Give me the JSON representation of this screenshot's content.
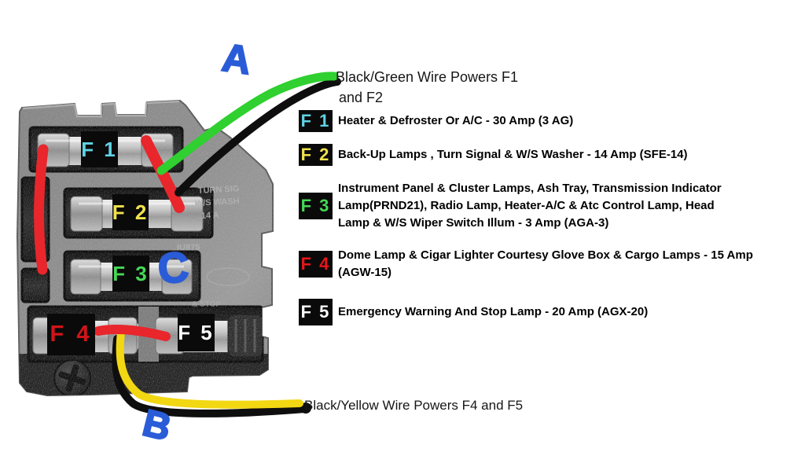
{
  "page": {
    "background": "#ffffff"
  },
  "annotations": {
    "label_a": "A",
    "label_b": "B",
    "label_c": "C",
    "wire_a_label_line1": "Black/Green Wire Powers F1",
    "wire_a_label_line2": "and F2",
    "wire_b_label": "Black/Yellow Wire Powers F4 and F5",
    "marker_colors": {
      "blue": "#2a5cd8",
      "red": "#e8262c",
      "green": "#2fd02f",
      "yellow": "#f2d713",
      "wire_black": "#0e0e0e"
    }
  },
  "fuse_box_photo": {
    "badges": [
      {
        "label": "F 1",
        "color": "#5fd3e3"
      },
      {
        "label": "F 2",
        "color": "#f0e24d"
      },
      {
        "label": "F 3",
        "color": "#46d855"
      },
      {
        "label": "F 4",
        "color": "#d21418"
      },
      {
        "label": "F 5",
        "color": "#ffffff"
      }
    ],
    "embossed_markings": [
      "TURN SIG",
      "W/S WASH",
      "14 A",
      "IU875",
      "& STOP"
    ]
  },
  "legend": {
    "rows": [
      {
        "badge": "F 1",
        "badge_color": "#5fd3e3",
        "lines": [
          "Heater & Defroster Or A/C - 30 Amp (3 AG)"
        ]
      },
      {
        "badge": "F 2",
        "badge_color": "#f0e24d",
        "lines": [
          "Back-Up Lamps , Turn Signal & W/S Washer - 14 Amp (SFE-14)"
        ]
      },
      {
        "badge": "F 3",
        "badge_color": "#46d855",
        "lines": [
          "Instrument Panel & Cluster Lamps, Ash Tray, Transmission Indicator",
          "Lamp(PRND21), Radio Lamp, Heater-A/C & Atc Control Lamp, Head",
          "Lamp & W/S Wiper Switch Illum - 3 Amp (AGA-3)"
        ]
      },
      {
        "badge": "F 4",
        "badge_color": "#e8151b",
        "lines": [
          "Dome Lamp & Cigar Lighter Courtesy Glove Box & Cargo Lamps - 15 Amp",
          "(AGW-15)"
        ]
      },
      {
        "badge": "F 5",
        "badge_color": "#ffffff",
        "lines": [
          "Emergency Warning And Stop Lamp - 20 Amp (AGX-20)"
        ]
      }
    ]
  }
}
